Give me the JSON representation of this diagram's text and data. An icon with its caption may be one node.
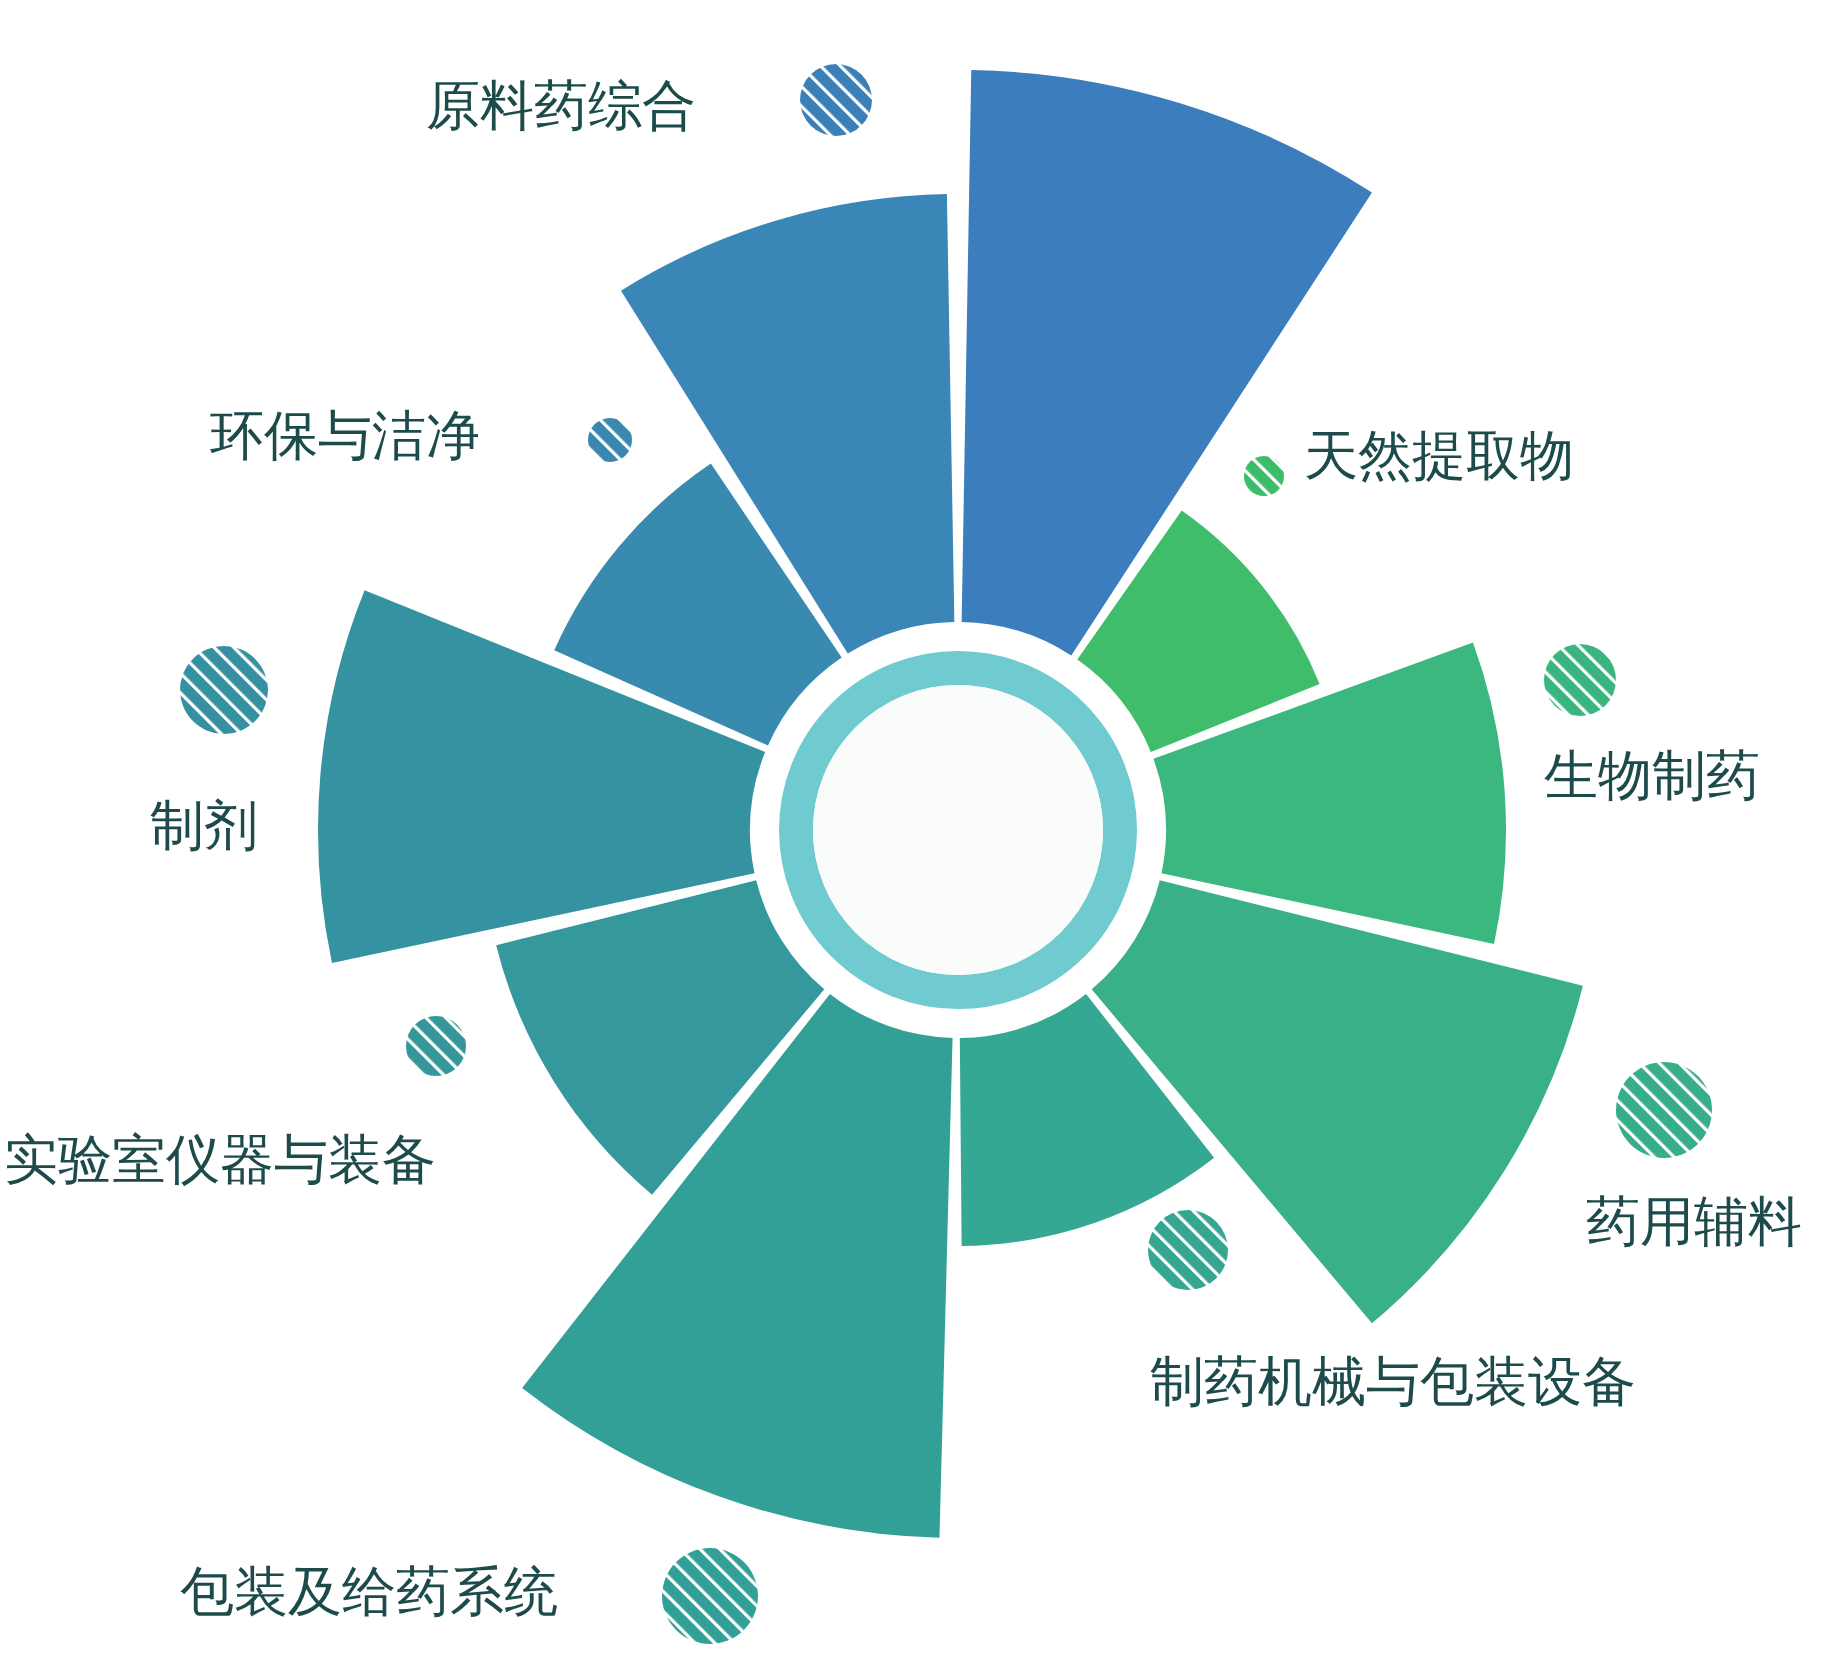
{
  "diagram": {
    "nodes": [
      {
        "text": [],
        "shape": "circle"
      },
      {
        "text": [],
        "shape": "wedge"
      },
      {
        "text": [],
        "shape": "wedge"
      },
      {
        "text": [],
        "shape": "wedge"
      },
      {
        "text": [],
        "shape": "wedge"
      },
      {
        "text": [],
        "shape": "wedge"
      },
      {
        "text": [],
        "shape": "wedge"
      },
      {
        "text": [],
        "shape": "wedge"
      },
      {
        "text": [],
        "shape": "wedge"
      },
      {
        "text": [],
        "shape": "wedge"
      },
      {
        "text": [],
        "shape": "wedge"
      }
    ],
    "labels": [
      "原料药综合",
      "环保与洁净",
      "天然提取物",
      "生物制药",
      "制剂",
      "实验室仪器与装备",
      "药用辅料",
      "制药机械与包装设备",
      "包装及给药系统"
    ]
  }
}
